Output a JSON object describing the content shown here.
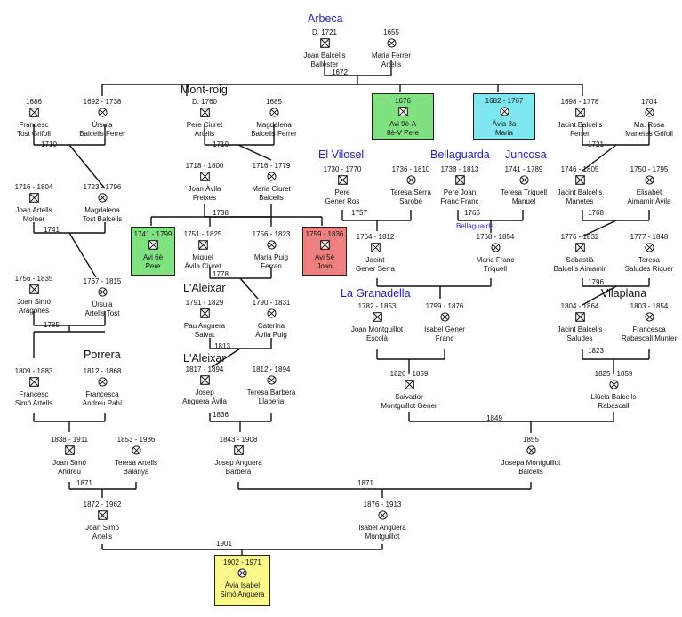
{
  "places": [
    {
      "text": "Arbeca",
      "color": "blue"
    },
    {
      "text": "Mont-roig",
      "color": "black"
    },
    {
      "text": "El Vilosell",
      "color": "blue"
    },
    {
      "text": "Bellaguarda",
      "color": "blue"
    },
    {
      "text": "Juncosa",
      "color": "blue"
    },
    {
      "text": "Bellaguarda",
      "color": "blue"
    },
    {
      "text": "L'Aleixar",
      "color": "black"
    },
    {
      "text": "La Granadella",
      "color": "blue"
    },
    {
      "text": "Vilaplana",
      "color": "black"
    },
    {
      "text": "Porrera",
      "color": "black"
    },
    {
      "text": "L'Aleixar",
      "color": "black"
    }
  ],
  "people": [
    {
      "id": "joan_balcells",
      "dates": "D. 1721",
      "name": [
        "Joan Balcells",
        "Ballester"
      ],
      "icon": "male"
    },
    {
      "id": "maria_ferrer",
      "dates": "1655",
      "name": [
        "Maria Ferrer",
        "Artells"
      ],
      "icon": "female"
    },
    {
      "id": "frances_tost",
      "dates": "1686",
      "name": [
        "Francesc",
        "Tost Grifoll"
      ],
      "icon": "male"
    },
    {
      "id": "ursula_balcells",
      "dates": "1692 - 1738",
      "name": [
        "Úrsula",
        "Balcells Ferrer"
      ],
      "icon": "female"
    },
    {
      "id": "pere_ciuret",
      "dates": "D. 1760",
      "name": [
        "Pere Ciuret",
        "Artells"
      ],
      "icon": "male"
    },
    {
      "id": "magdalena_balcells",
      "dates": "1685",
      "name": [
        "Magdalena",
        "Balcells Ferrer"
      ],
      "icon": "female"
    },
    {
      "id": "jacint_balcells_ferrer",
      "dates": "1698 - 1778",
      "name": [
        "Jacint Balcells",
        "Ferrer"
      ],
      "icon": "male"
    },
    {
      "id": "rosa_manetes",
      "dates": "1704",
      "name": [
        "Ma. Rosa",
        "Manetes Grifoll"
      ],
      "icon": "female"
    },
    {
      "id": "joan_avila",
      "dates": "1718 - 1800",
      "name": [
        "Joan Àvila",
        "Freixes"
      ],
      "icon": "male"
    },
    {
      "id": "maria_ciuret",
      "dates": "1716 - 1779",
      "name": [
        "Maria Ciuret",
        "Balcells"
      ],
      "icon": "female"
    },
    {
      "id": "joan_artells",
      "dates": "1716 - 1804",
      "name": [
        "Joan Artells",
        "Molner"
      ],
      "icon": "male"
    },
    {
      "id": "magdalena_tost",
      "dates": "1723 - 1796",
      "name": [
        "Magdalena",
        "Tost Balcells"
      ],
      "icon": "female"
    },
    {
      "id": "pere_gener",
      "dates": "1730 - 1770",
      "name": [
        "Pere",
        "Gener Ros"
      ],
      "icon": "male"
    },
    {
      "id": "teresa_serra",
      "dates": "1736 - 1810",
      "name": [
        "Teresa Serra",
        "Sarobé"
      ],
      "icon": "female"
    },
    {
      "id": "pere_franc",
      "dates": "1738 - 1813",
      "name": [
        "Pere Joan",
        "Franc Franc"
      ],
      "icon": "male"
    },
    {
      "id": "teresa_triquell",
      "dates": "1741 - 1789",
      "name": [
        "Teresa Triquell",
        "Manuel"
      ],
      "icon": "female"
    },
    {
      "id": "jacint_balcells_manetes",
      "dates": "1746 - 1805",
      "name": [
        "Jacint Balcells",
        "Manetes"
      ],
      "icon": "male"
    },
    {
      "id": "elisabet_aimamir",
      "dates": "1750 - 1795",
      "name": [
        "Elisabet",
        "Aimamir Àvila"
      ],
      "icon": "female"
    },
    {
      "id": "miquel_avila",
      "dates": "1751 - 1825",
      "name": [
        "Miquel",
        "Àvila Ciuret"
      ],
      "icon": "male"
    },
    {
      "id": "maria_puig",
      "dates": "1756 - 1823",
      "name": [
        "Maria Puig",
        "Ferran"
      ],
      "icon": "female"
    },
    {
      "id": "jacint_gener",
      "dates": "1764 - 1812",
      "name": [
        "Jacint",
        "Gener Serra"
      ],
      "icon": "male"
    },
    {
      "id": "maria_franc",
      "dates": "1768 - 1854",
      "name": [
        "Maria Franc",
        "Triquell"
      ],
      "icon": "female"
    },
    {
      "id": "sebastia_balcells",
      "dates": "1776 - 1832",
      "name": [
        "Sebastià",
        "Balcells Aimamir"
      ],
      "icon": "male"
    },
    {
      "id": "teresa_saludes",
      "dates": "1777 - 1848",
      "name": [
        "Teresa",
        "Saludes Riquer"
      ],
      "icon": "female"
    },
    {
      "id": "joan_simo_aragones",
      "dates": "1756 - 1835",
      "name": [
        "Joan Simó",
        "Aragonès"
      ],
      "icon": "male"
    },
    {
      "id": "ursula_artells",
      "dates": "1767 - 1815",
      "name": [
        "Úrsula",
        "Artells Tost"
      ],
      "icon": "female"
    },
    {
      "id": "pau_anguera",
      "dates": "1791 - 1829",
      "name": [
        "Pau Anguera",
        "Salvat"
      ],
      "icon": "male"
    },
    {
      "id": "caterina_avila",
      "dates": "1790 - 1831",
      "name": [
        "Caterina",
        "Àvila Puig"
      ],
      "icon": "female"
    },
    {
      "id": "joan_montguillot",
      "dates": "1782 - 1853",
      "name": [
        "Joan Montguillot",
        "Escolà"
      ],
      "icon": "male"
    },
    {
      "id": "isabel_gener",
      "dates": "1799 - 1876",
      "name": [
        "Isabel Gener",
        "Franc"
      ],
      "icon": "female"
    },
    {
      "id": "jacint_balcells_saludes",
      "dates": "1804 - 1864",
      "name": [
        "Jacint Balcells",
        "Saludes"
      ],
      "icon": "male"
    },
    {
      "id": "francesca_rabascall",
      "dates": "1803 - 1854",
      "name": [
        "Francesca",
        "Rabascall Munter"
      ],
      "icon": "female"
    },
    {
      "id": "frances_simo",
      "dates": "1809 - 1883",
      "name": [
        "Francesc",
        "Simó Artells"
      ],
      "icon": "male"
    },
    {
      "id": "francesca_andreu",
      "dates": "1812 - 1868",
      "name": [
        "Francesca",
        "Andreu Pahí"
      ],
      "icon": "female"
    },
    {
      "id": "josep_anguera_avila",
      "dates": "1817 - 1894",
      "name": [
        "Josep",
        "Anguera Àvila"
      ],
      "icon": "male"
    },
    {
      "id": "teresa_barbera",
      "dates": "1812 - 1894",
      "name": [
        "Teresa Barberà",
        "Llaberia"
      ],
      "icon": "female"
    },
    {
      "id": "salvador_montguillot",
      "dates": "1826 - 1859",
      "name": [
        "Salvador",
        "Montguillot Gener"
      ],
      "icon": "male"
    },
    {
      "id": "llucia_balcells",
      "dates": "1825 - 1859",
      "name": [
        "Llúcia Balcells",
        "Rabascall"
      ],
      "icon": "female"
    },
    {
      "id": "joan_simo_andreu",
      "dates": "1838 - 1911",
      "name": [
        "Joan Simó",
        "Andreu"
      ],
      "icon": "male"
    },
    {
      "id": "teresa_artells",
      "dates": "1853 - 1936",
      "name": [
        "Teresa Artells",
        "Balanyà"
      ],
      "icon": "female"
    },
    {
      "id": "josep_anguera_barbera",
      "dates": "1843 - 1908",
      "name": [
        "Josep Anguera",
        "Barberà"
      ],
      "icon": "male"
    },
    {
      "id": "josepa_montguillot",
      "dates": "1855",
      "name": [
        "Josepa Montguillot",
        "Balcells"
      ],
      "icon": "female"
    },
    {
      "id": "joan_simo_artells",
      "dates": "1872 - 1962",
      "name": [
        "Joan Simó",
        "Artells"
      ],
      "icon": "male"
    },
    {
      "id": "isabel_anguera",
      "dates": "1876 - 1913",
      "name": [
        "Isabel Anguera",
        "Montguillot"
      ],
      "icon": "female"
    }
  ],
  "highlighted": [
    {
      "id": "avi9",
      "dates": "1676",
      "name": [
        "Avi 9è-A",
        "8è-V Pere"
      ],
      "icon": "male",
      "color": "green"
    },
    {
      "id": "avia8",
      "dates": "1682 - 1767",
      "name": [
        "Àvia 8a",
        "Maria"
      ],
      "icon": "female",
      "color": "cyan"
    },
    {
      "id": "avi6",
      "dates": "1741 - 1799",
      "name": [
        "Avi 6è",
        "Pere"
      ],
      "icon": "male",
      "color": "green"
    },
    {
      "id": "avi5",
      "dates": "1759 - 1836",
      "name": [
        "Avi 5è",
        "Joan"
      ],
      "icon": "male",
      "color": "red"
    },
    {
      "id": "avia_isabel",
      "dates": "1902 - 1971",
      "name": [
        "Àvia Isabel",
        "Simó Anguera"
      ],
      "icon": "female",
      "color": "yellow"
    }
  ],
  "marriage_years": [
    "1672",
    "1710",
    "1710",
    "1721",
    "1738",
    "1741",
    "1757",
    "1766",
    "1768",
    "1778",
    "1785",
    "1796",
    "1813",
    "1823",
    "1836",
    "1849",
    "1871",
    "1871",
    "1901"
  ]
}
